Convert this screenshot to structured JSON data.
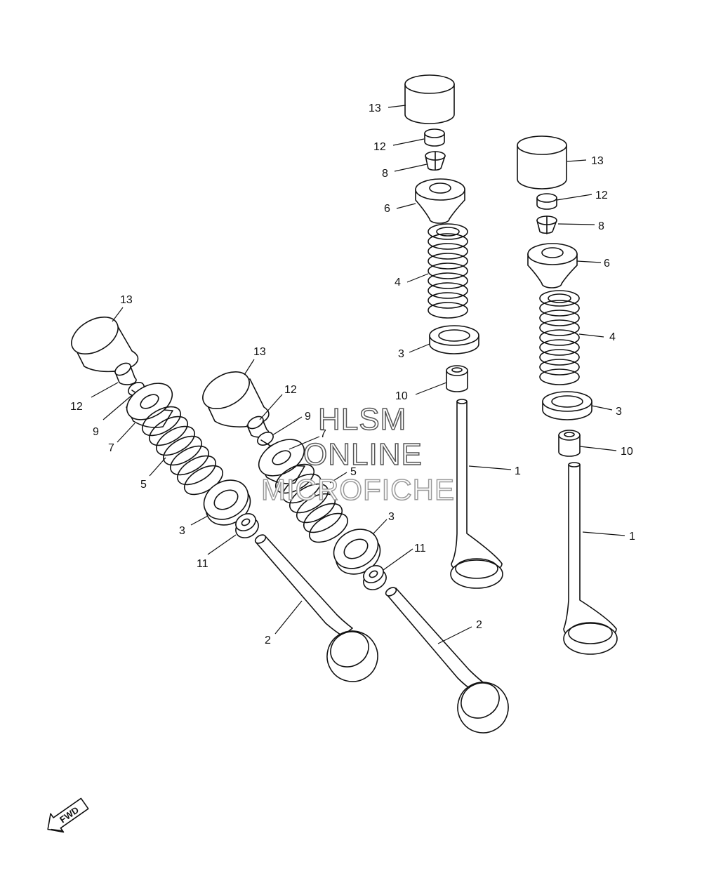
{
  "watermark": {
    "line1": "HLSM",
    "line2": "ONLINE",
    "line3": "MICROFICHE"
  },
  "direction_indicator": {
    "label": "FWD",
    "icon": "forward-arrow-icon"
  },
  "callouts": {
    "valve_set_1": {
      "p13": "13",
      "p12": "12",
      "p8": "8",
      "p6": "6",
      "p4": "4",
      "p3": "3",
      "p10": "10",
      "p1": "1"
    },
    "valve_set_2": {
      "p13": "13",
      "p12": "12",
      "p8": "8",
      "p6": "6",
      "p4": "4",
      "p3": "3",
      "p10": "10",
      "p1": "1"
    },
    "valve_set_3": {
      "p13": "13",
      "p12": "12",
      "p9": "9",
      "p7": "7",
      "p5": "5",
      "p3": "3",
      "p11": "11",
      "p2": "2"
    },
    "valve_set_4": {
      "p13": "13",
      "p12": "12",
      "p9": "9",
      "p7": "7",
      "p5": "5",
      "p3": "3",
      "p11": "11",
      "p2": "2"
    }
  }
}
